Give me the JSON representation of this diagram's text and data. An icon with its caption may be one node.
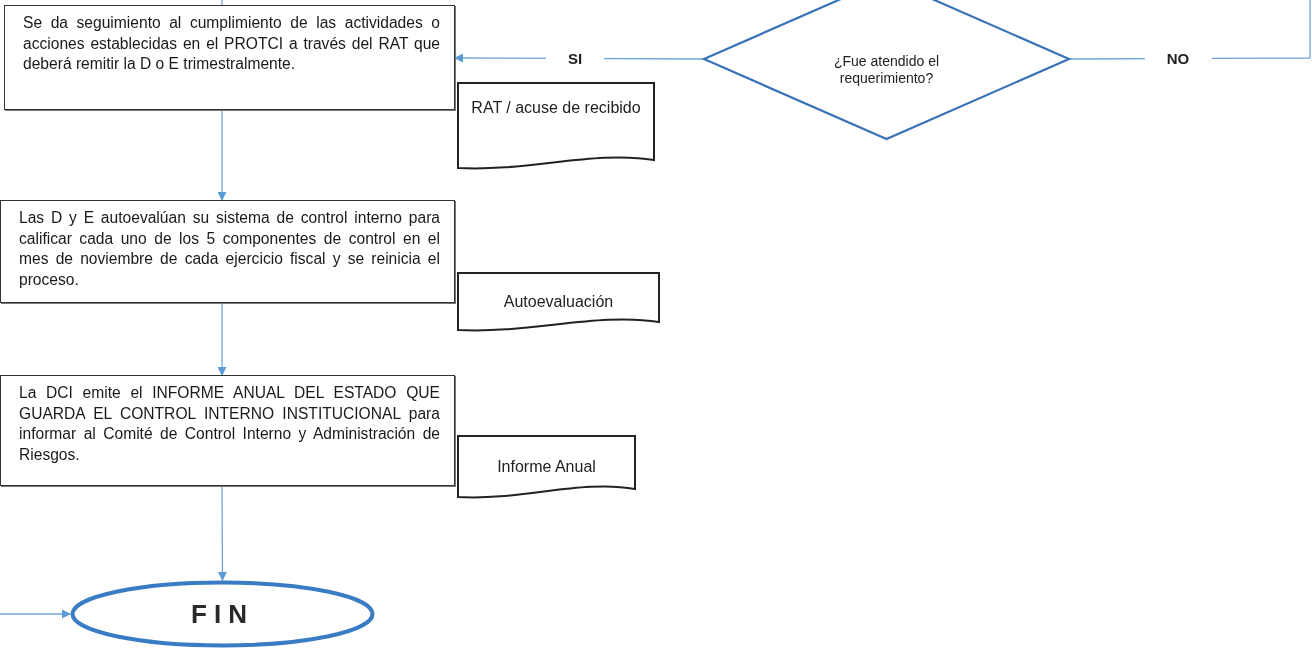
{
  "diagram": {
    "nodes": [
      {
        "text": [
          "Se da seguimiento al cumplimiento de las actividades o acciones establecidas en el PROTCI a través del RAT que deberá remitir la D o E trimestralmente."
        ]
      },
      {
        "text": [
          "RAT / acuse de recibido"
        ]
      },
      {
        "text": [
          "¿Fue atendido el requerimiento?"
        ]
      },
      {
        "text": [
          "Las D y E autoevalúan su sistema de control interno para calificar cada uno de los 5 componentes de control en el mes de noviembre de cada ejercicio fiscal y se reinicia el proceso."
        ]
      },
      {
        "text": [
          "Autoevaluación"
        ]
      },
      {
        "text": [
          "La DCI emite el INFORME ANUAL DEL ESTADO QUE GUARDA EL CONTROL INTERNO INSTITUCIONAL para informar al Comité de Control Interno y Administración de Riesgos."
        ]
      },
      {
        "text": [
          "Informe Anual"
        ]
      },
      {
        "text": [
          "FIN"
        ]
      }
    ],
    "edges": [
      {
        "from": null,
        "to": 0,
        "arrow": "none"
      },
      {
        "from": 2,
        "to": 0,
        "label": "SI",
        "arrow": "to"
      },
      {
        "from": 2,
        "to": null,
        "label": "NO",
        "arrow": "none"
      },
      {
        "from": 0,
        "to": 3,
        "arrow": "to"
      },
      {
        "from": 3,
        "to": 5,
        "arrow": "to"
      },
      {
        "from": 5,
        "to": 7,
        "arrow": "to"
      },
      {
        "from": null,
        "to": 7,
        "arrow": "to"
      }
    ]
  }
}
